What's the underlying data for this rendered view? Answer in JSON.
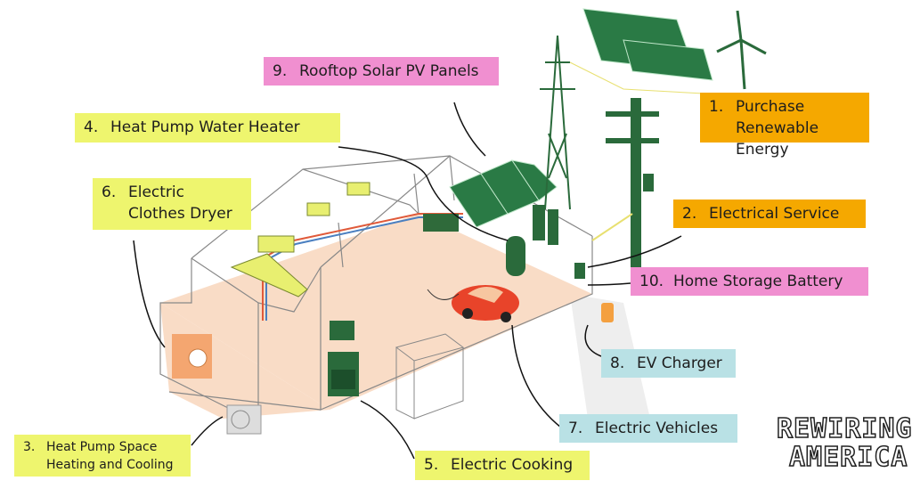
{
  "colors": {
    "yellow": "#eef56e",
    "orange": "#f5a800",
    "pink": "#f08fd0",
    "blue": "#b9e1e5",
    "floor": "#f9dcc6",
    "green": "#1f6b3a"
  },
  "labels": [
    {
      "num": "1.",
      "text": "Purchase",
      "text2": "Renewable Energy",
      "color": "orange"
    },
    {
      "num": "2.",
      "text": "Electrical Service",
      "color": "orange"
    },
    {
      "num": "3.",
      "text": "Heat Pump Space",
      "text2": "Heating and Cooling",
      "color": "yellow"
    },
    {
      "num": "4.",
      "text": "Heat Pump Water Heater",
      "color": "yellow"
    },
    {
      "num": "5.",
      "text": "Electric Cooking",
      "color": "yellow"
    },
    {
      "num": "6.",
      "text": "Electric",
      "text2": "Clothes Dryer",
      "color": "yellow"
    },
    {
      "num": "7.",
      "text": "Electric Vehicles",
      "color": "blue"
    },
    {
      "num": "8.",
      "text": "EV Charger",
      "color": "blue"
    },
    {
      "num": "9.",
      "text": "Rooftop Solar PV Panels",
      "color": "pink"
    },
    {
      "num": "10.",
      "text": "Home Storage Battery",
      "color": "pink"
    }
  ],
  "logo": {
    "line1": "REWIRING",
    "line2": "AMERICA"
  }
}
